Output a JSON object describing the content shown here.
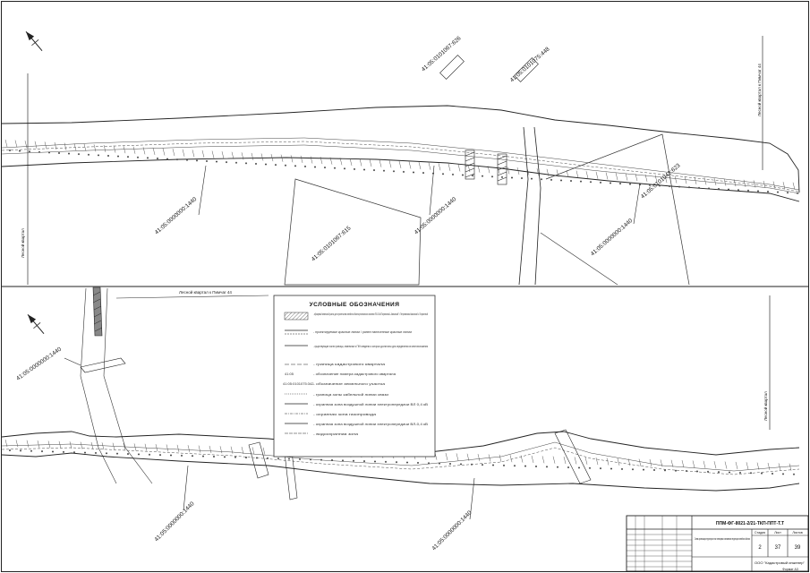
{
  "cadastral_numbers": {
    "top_1": "41:05:0101067:626",
    "top_2": "41:05:0101075:448",
    "mid_1": "41:05:0000000:1440",
    "mid_2": "41:05:0101067:615",
    "mid_3": "41:05:0000000:1440",
    "right_1": "41:05:0101042:623",
    "right_2": "41:05:0000000:1440",
    "bottom_left": "41:05:0000000:1440",
    "bottom_1": "41:05:0000000:1440",
    "bottom_2": "41:05:0000000:1440"
  },
  "street_labels": {
    "left_top": "Лесной квартал",
    "right_top": "Лесной квартал к Пимчаг 44",
    "center": "Лесной квартал к Пимчаг 44",
    "right_bottom": "Лесной квартал"
  },
  "legend": {
    "title": "УСЛОВНЫЕ ОБОЗНАЧЕНИЯ",
    "items": [
      {
        "text": "- образуемый земельный участок для строительства линейного объекта регионального значения \"ВЛ-10 кВ Пограничный—Камчатский\" г. Петропавловск-Камчатский с. Пограничный"
      },
      {
        "text": "- проектируемые красные линии / ранее нанесенные красные линии"
      },
      {
        "text": "- существующие части границы, земельные к ГКН сведения о которых достаточны для определения их местоположения"
      },
      {
        "text": "- граница кадастрового квартала"
      },
      {
        "text": "- обозначение номера кадастрового квартала"
      },
      {
        "text": "- обозначение земельного участка",
        "code": "41:05:0101075:342"
      },
      {
        "text": "- граница зоны кабельной линии связи"
      },
      {
        "text": "- охранная зона воздушной линии электропередачи ВЛ 0,4 кВ"
      },
      {
        "text": "- охранная зона газопровода"
      },
      {
        "text": "- охранная зона воздушной линии электропередачи ВЛ-0,4 кВ"
      },
      {
        "text": "- водоохранная зона"
      }
    ]
  },
  "stamp": {
    "code": "ППМ-ФГ-8021-2/21-ТКП-ППТ-Т.Т",
    "sheet": "2",
    "sheets": "37",
    "sheets_total": "39",
    "col_stage": "Стадия",
    "col_sheet": "Лист",
    "col_sheets": "Листов",
    "description": "Схема организации территории: план планировки и межевания территории линейного объекта",
    "company": "ООО \"Кадастровый инженер\"",
    "format": "Формат А3"
  },
  "colors": {
    "line": "#222222",
    "legend_border": "#333333"
  }
}
